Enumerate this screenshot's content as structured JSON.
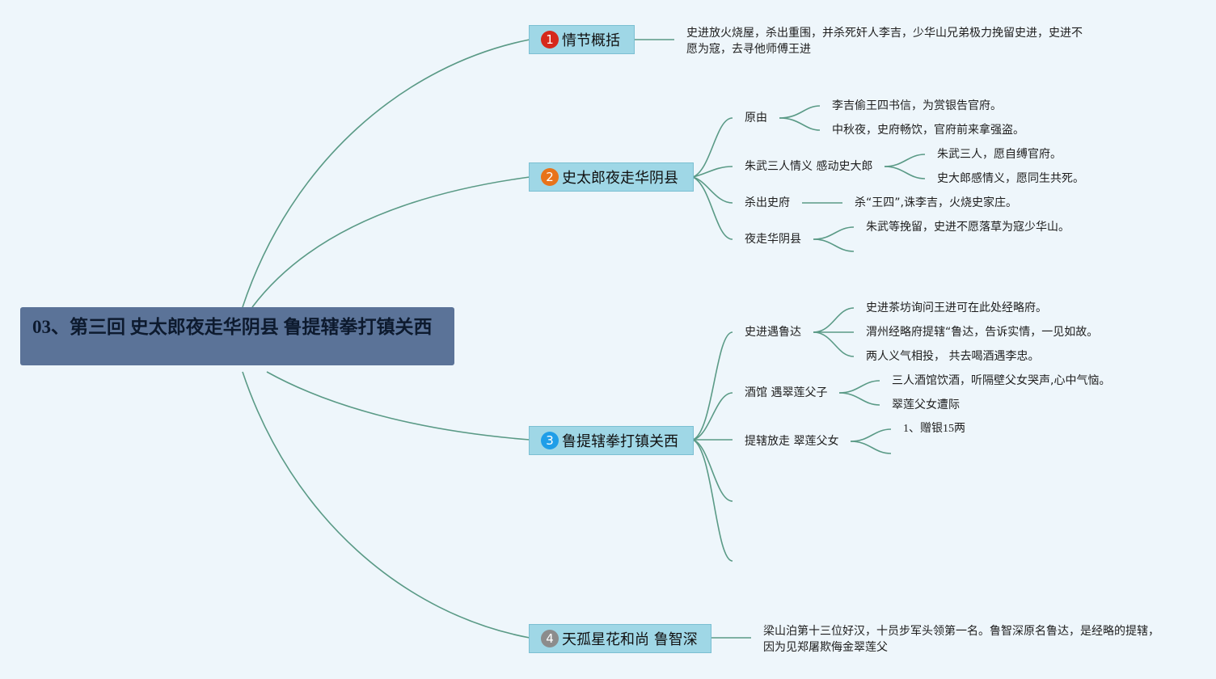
{
  "root": {
    "title": "03、第三回 史太郎夜走华阴县 鲁提辖拳打镇关西"
  },
  "colors": {
    "line": "#5a9a86",
    "root_bg": "#5b7398",
    "branch_bg": "#9fd7e6",
    "badge_1": "#d6281b",
    "badge_2": "#e8731a",
    "badge_3": "#1f9ee8",
    "badge_4": "#8c8c8c"
  },
  "branches": [
    {
      "badge": "1",
      "title": "情节概括",
      "summary": "史进放火烧屋，杀出重围，并杀死奸人李吉，少华山兄弟极力挽留史进，史进不愿为寇，去寻他师傅王进"
    },
    {
      "badge": "2",
      "title": "史太郎夜走华阴县",
      "items": [
        {
          "label": "原由",
          "children": [
            "李吉偷王四书信，为赏银告官府。",
            "中秋夜，史府畅饮，官府前来拿强盗。"
          ]
        },
        {
          "label": "朱武三人情义 感动史大郎",
          "children": [
            "朱武三人，愿自缚官府。",
            "史大郎感情义，愿同生共死。"
          ]
        },
        {
          "label": "杀出史府",
          "children": [
            "杀“王四”,诛李吉，火烧史家庄。"
          ]
        },
        {
          "label": "夜走华阴县",
          "children": [
            "朱武等挽留，史进不愿落草为寇少华山。"
          ]
        }
      ]
    },
    {
      "badge": "3",
      "title": "鲁提辖拳打镇关西",
      "items": [
        {
          "label": "史进遇鲁达",
          "children": [
            "史进茶坊询问王进可在此处经略府。",
            "渭州经略府提辖“鲁达，告诉实情，一见如故。",
            "两人义气相投， 共去喝酒遇李忠。"
          ]
        },
        {
          "label": "酒馆 遇翠莲父子",
          "children": [
            "三人酒馆饮酒，听隔壁父女哭声,心中气恼。",
            "翠莲父女遭际"
          ]
        },
        {
          "label": "提辖放走 翠莲父女",
          "children": [
            "1、赠银15两"
          ]
        }
      ]
    },
    {
      "badge": "4",
      "title": "天孤星花和尚 鲁智深",
      "summary": "梁山泊第十三位好汉，十员步军头领第一名。鲁智深原名鲁达，是经略的提辖，因为见郑屠欺侮金翠莲父"
    }
  ]
}
